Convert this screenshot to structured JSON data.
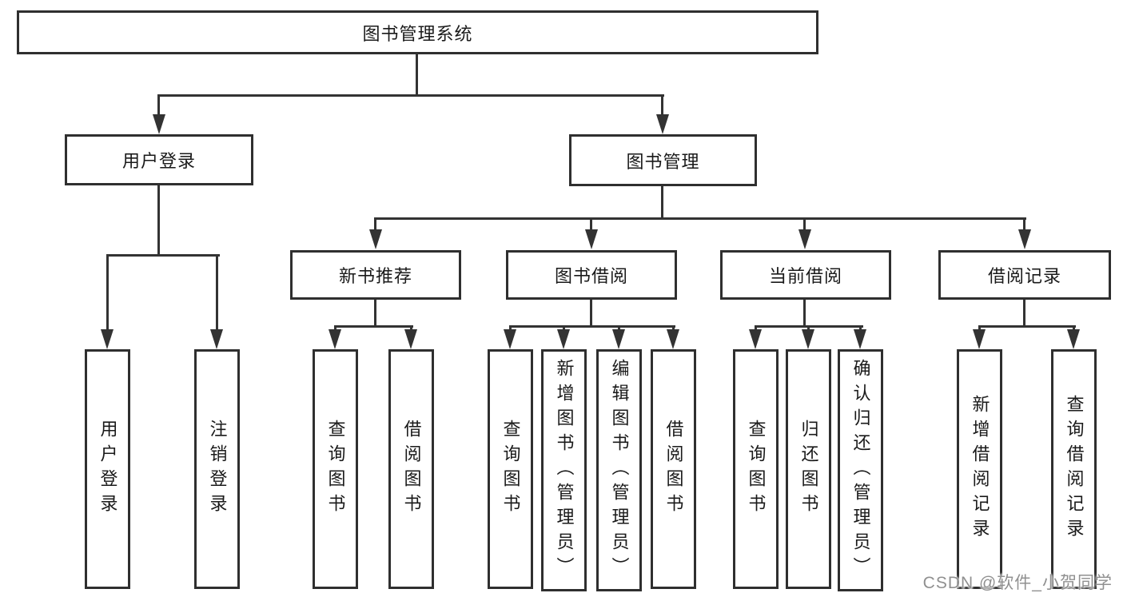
{
  "colors": {
    "line": "#333333",
    "box_border": "#2f2f2f",
    "text": "#1a1a1a",
    "watermark": "#909090",
    "background": "#ffffff"
  },
  "watermark": {
    "text": "CSDN @软件_小贺同学"
  },
  "tree": {
    "root": {
      "label": "图书管理系统"
    },
    "branches": [
      {
        "label": "用户登录",
        "children": [
          {
            "label": "用户登录"
          },
          {
            "label": "注销登录"
          }
        ]
      },
      {
        "label": "图书管理",
        "groups": [
          {
            "label": "新书推荐",
            "children": [
              {
                "label": "查询图书"
              },
              {
                "label": "借阅图书"
              }
            ]
          },
          {
            "label": "图书借阅",
            "children": [
              {
                "label": "查询图书"
              },
              {
                "label": "新增图书（管理员）"
              },
              {
                "label": "编辑图书（管理员）"
              },
              {
                "label": "借阅图书"
              }
            ]
          },
          {
            "label": "当前借阅",
            "children": [
              {
                "label": "查询图书"
              },
              {
                "label": "归还图书"
              },
              {
                "label": "确认归还（管理员）"
              }
            ]
          },
          {
            "label": "借阅记录",
            "children": [
              {
                "label": "新增借阅记录"
              },
              {
                "label": "查询借阅记录"
              }
            ]
          }
        ]
      }
    ]
  }
}
